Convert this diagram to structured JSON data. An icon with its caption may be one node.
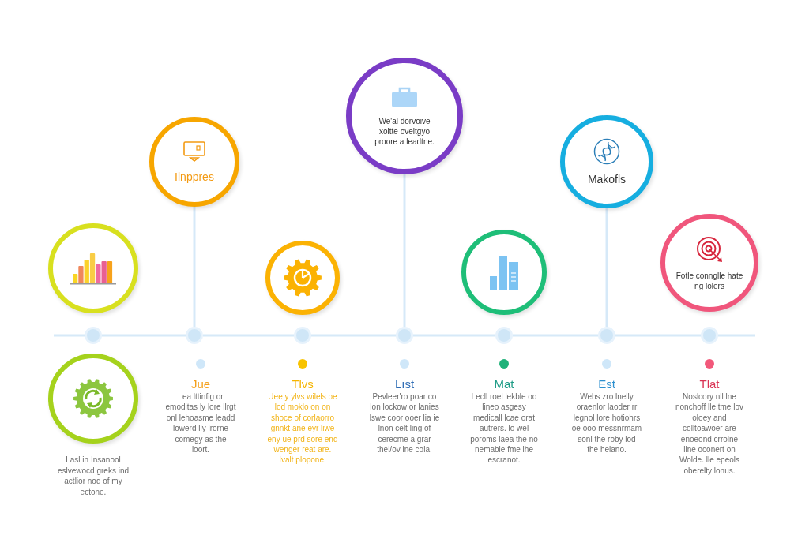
{
  "diagram": {
    "nodes": [
      {
        "text": [],
        "shape": "circle"
      },
      {
        "text": [
          "Ilnppres"
        ]
      },
      {
        "text": [],
        "shape": "circle"
      },
      {
        "text": [
          "We'al dorvoive xoitte oveltgyo proore a leadtne."
        ]
      },
      {
        "text": [],
        "shape": "circle"
      },
      {
        "text": [
          "Makofls"
        ]
      },
      {
        "text": [
          "Fotle connglle hate ng lolers"
        ]
      },
      {
        "text": [],
        "shape": "circle"
      },
      {
        "text": [],
        "shape": "circle"
      },
      {
        "text": [],
        "shape": "circle"
      },
      {
        "text": [],
        "shape": "circle"
      },
      {
        "text": [],
        "shape": "circle"
      },
      {
        "text": [],
        "shape": "circle"
      },
      {
        "text": [],
        "shape": "circle"
      },
      {
        "text": [],
        "shape": "circle",
        "beside": [
          "Lasl in Insanool eslvewocd greks ind actlior nod of my ectone."
        ]
      }
    ],
    "edges": [
      {
        "from": null,
        "to": 7,
        "arrow": "none"
      },
      {
        "from": 7,
        "to": 8,
        "arrow": "none"
      },
      {
        "from": 8,
        "to": 9,
        "arrow": "none"
      },
      {
        "from": 9,
        "to": 10,
        "arrow": "none"
      },
      {
        "from": 10,
        "to": 11,
        "arrow": "none"
      },
      {
        "from": 11,
        "to": 12,
        "arrow": "none"
      },
      {
        "from": 12,
        "to": 13,
        "arrow": "none"
      },
      {
        "from": 13,
        "to": null,
        "arrow": "none"
      },
      {
        "from": 1,
        "to": 8,
        "arrow": "none"
      },
      {
        "from": 3,
        "to": 10,
        "arrow": "none"
      },
      {
        "from": 5,
        "to": 12,
        "arrow": "none"
      }
    ],
    "labels": [
      "Jue",
      "Lea lttinfig or emoditas ly lore llrgt onl lehoasme leadd lowerd lly lrorne comegy as the loort.",
      "Tlvs",
      "Uee y ylvs wilels oe lod moklo on on shoce of corlaorro gnnkt ane eyr liwe eny ue prd sore end wenger reat are. Ivalt plopone.",
      "Lıst",
      "Pevleer'ro poar co lon lockow or lanies lswe coor ooer lia ie lnon celt ling of cerecme a grar thel/ov lne cola.",
      "Mat",
      "Lecll roel lekble oo lineo asgesy medicall lcae orat autrers. lo wel poroms laea the no nemabie fme lhe escranot.",
      "Est",
      "Wehs zro lnelly oraenlor laoder rr legnol lore hotiohrs oe ooo messnrmam sonl the roby lod the helano.",
      "Tlat",
      "Noslcory nll lne nonchoff lle tme lov oloey and colltoawoer are enoeond crrolne line oconert on Wolde. lle epeols oberelty lonus."
    ]
  }
}
